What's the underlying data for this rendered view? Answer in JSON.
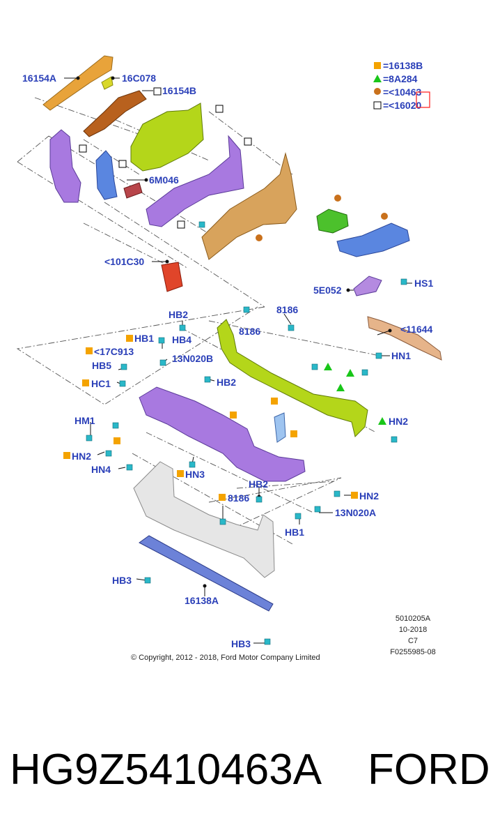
{
  "legend": [
    {
      "symbol": "square-orange",
      "text": "=16138B",
      "color": "#f4a300"
    },
    {
      "symbol": "triangle-green",
      "text": "=8A284",
      "color": "#19c619"
    },
    {
      "symbol": "circle-brown",
      "text": "=<10463",
      "color": "#c9711c"
    },
    {
      "symbol": "square-outline",
      "text": "=<16020",
      "color": "#000000"
    }
  ],
  "labels": {
    "l_16154A": "16154A",
    "l_16C078": "16C078",
    "l_16154B": "16154B",
    "l_6M046": "6M046",
    "l_101C30": "<101C30",
    "l_5E052": "5E052",
    "l_HS1": "HS1",
    "l_11644": "<11644",
    "l_HN1": "HN1",
    "l_HB2a": "HB2",
    "l_8186a": "8186",
    "l_8186b": "8186",
    "l_HB1a": "HB1",
    "l_HB4": "HB4",
    "l_17C913": "<17C913",
    "l_13N020B": "13N020B",
    "l_HB5": "HB5",
    "l_HC1": "HC1",
    "l_HB2b": "HB2",
    "l_HN2a": "HN2",
    "l_HM1": "HM1",
    "l_HN2b": "HN2",
    "l_HN4": "HN4",
    "l_HN3": "HN3",
    "l_HB2c": "HB2",
    "l_8186c": "8186",
    "l_HN2c": "HN2",
    "l_13N020A": "13N020A",
    "l_HB1b": "HB1",
    "l_HB3a": "HB3",
    "l_16138A": "16138A",
    "l_HB3b": "HB3"
  },
  "meta": {
    "code": "5010205A",
    "date": "10-2018",
    "rev": "C7",
    "figure": "F0255985-08",
    "copyright": "© Copyright, 2012 - 2018, Ford Motor Company Limited"
  },
  "caption": {
    "part_number": "HG9Z5410463A",
    "brand": "FORD"
  },
  "colors": {
    "label_blue": "#2a3fb8",
    "part_orange": "#e8a33a",
    "part_brown": "#b8611e",
    "part_lime": "#b4d61a",
    "part_purple": "#a879e0",
    "part_blue": "#5a86e0",
    "part_tan": "#d8a35c",
    "part_green": "#4cc12c",
    "part_red": "#e0452a",
    "part_steel": "#c9c9c9",
    "part_navy": "#6c82d8",
    "fastener_cyan": "#2ab8c8",
    "highlight_red": "#ff2a2a"
  },
  "icons": [
    "square-orange-icon",
    "triangle-green-icon",
    "circle-brown-icon",
    "square-outline-icon",
    "fastener-icon"
  ]
}
